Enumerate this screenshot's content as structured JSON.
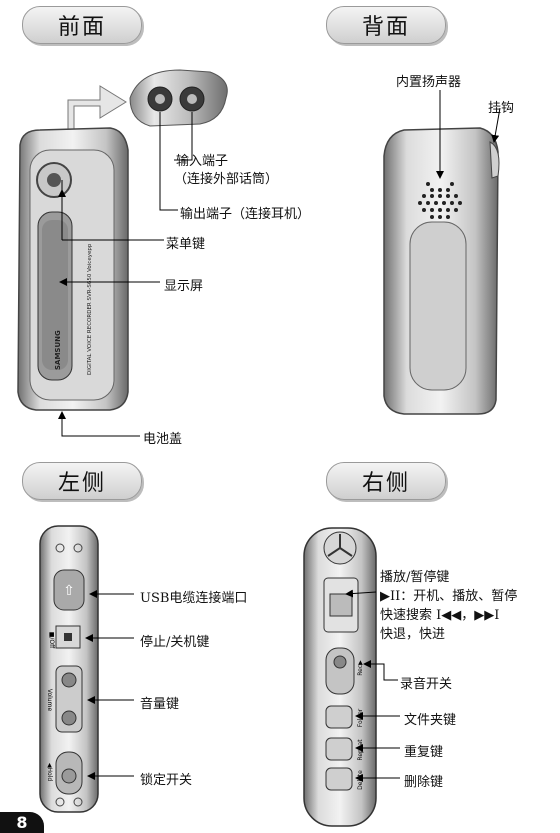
{
  "headings": {
    "front": "前面",
    "back": "背面",
    "left": "左侧",
    "right": "右侧"
  },
  "front": {
    "input_jack": "输入端子",
    "input_jack_note": "（连接外部话筒）",
    "output_jack": "输出端子（连接耳机）",
    "menu_key": "菜单键",
    "display": "显示屏",
    "battery_cover": "电池盖",
    "device_brand": "SAMSUNG",
    "device_model": "DIGITAL VOICE RECORDER SVR-S650 Voiceyepp"
  },
  "back": {
    "speaker": "内置扬声器",
    "hook": "挂钩"
  },
  "left": {
    "usb_port": "USB电缆连接端口",
    "stop_power": "停止/关机键",
    "volume_key": "音量键",
    "hold_switch": "锁定开关",
    "device_labels": {
      "off": "■/Off",
      "volume": "Volume",
      "hold": "◀Hold"
    }
  },
  "right": {
    "play_pause": "播放/暂停键",
    "play_line1": "▶II：开机、播放、暂停",
    "play_line2": "快速搜索 I◀◀，▶▶I",
    "play_line3": "快退，快进",
    "record_switch": "录音开关",
    "folder_key": "文件夹键",
    "repeat_key": "重复键",
    "delete_key": "删除键",
    "device_labels": {
      "rec": "Rec▶",
      "folder": "Folder",
      "repeat": "Repeat",
      "delete": "Delete"
    }
  },
  "page_number": "8"
}
